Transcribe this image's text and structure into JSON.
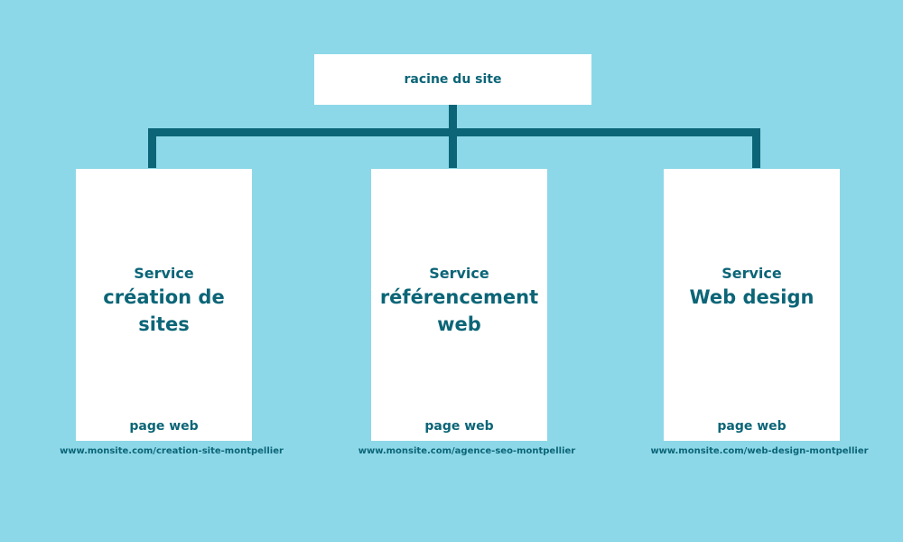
{
  "colors": {
    "background": "#8dd8e8",
    "box": "#ffffff",
    "accent": "#0b6577"
  },
  "root": {
    "label": "racine du site"
  },
  "pages": [
    {
      "kicker": "Service",
      "title": "création de sites",
      "footer": "page web",
      "url": "www.monsite.com/creation-site-montpellier"
    },
    {
      "kicker": "Service",
      "title": "référencement web",
      "footer": "page web",
      "url": "www.monsite.com/agence-seo-montpellier"
    },
    {
      "kicker": "Service",
      "title": "Web design",
      "footer": "page web",
      "url": "www.monsite.com/web-design-montpellier"
    }
  ]
}
